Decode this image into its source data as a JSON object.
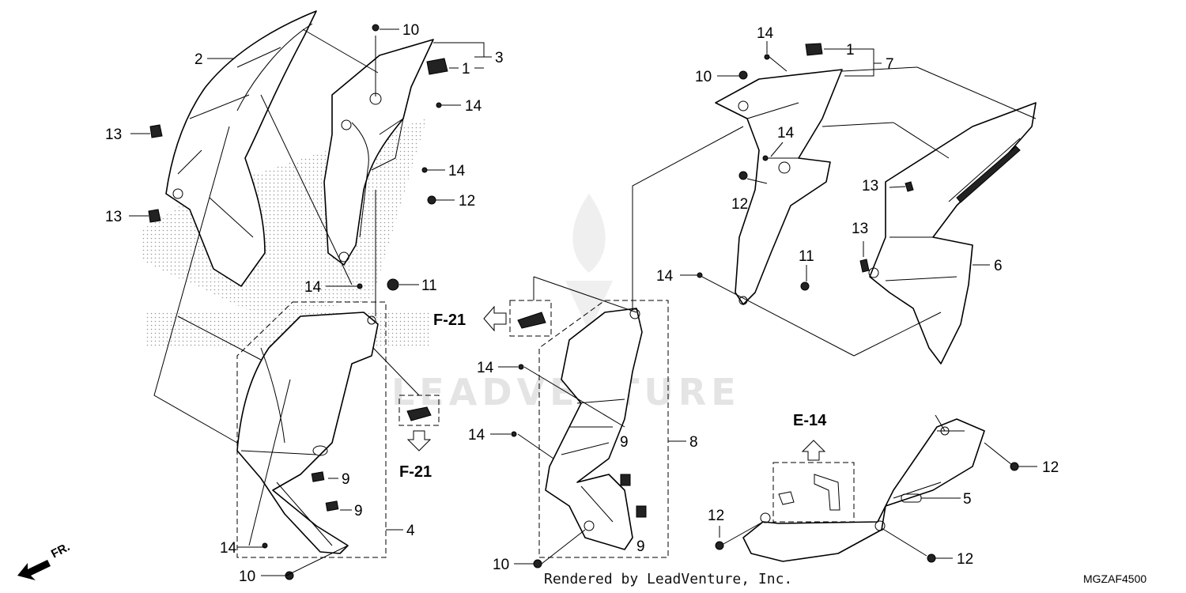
{
  "diagram": {
    "watermark_text": "LEADVENTURE",
    "credit": "Rendered by LeadVenture, Inc.",
    "diagram_code": "MGZAF4500",
    "front_marker": "FR.",
    "refs": {
      "f21_left": "F-21",
      "f21_bottom": "F-21",
      "e14": "E-14"
    },
    "callouts": {
      "c1a": "1",
      "c2": "2",
      "c3": "3",
      "c4": "4",
      "c5": "5",
      "c6": "6",
      "c7": "7",
      "c8": "8",
      "c1b": "1",
      "c9a": "9",
      "c9b": "9",
      "c9c": "9",
      "c9d": "9",
      "c10a": "10",
      "c10b": "10",
      "c10c": "10",
      "c10d": "10",
      "c11a": "11",
      "c11b": "11",
      "c12a": "12",
      "c12b": "12",
      "c12c": "12",
      "c12d": "12",
      "c12e": "12",
      "c13a": "13",
      "c13b": "13",
      "c13c": "13",
      "c13d": "13",
      "c14a": "14",
      "c14b": "14",
      "c14c": "14",
      "c14d": "14",
      "c14e": "14",
      "c14f": "14",
      "c14g": "14",
      "c14h": "14",
      "c14i": "14"
    }
  }
}
